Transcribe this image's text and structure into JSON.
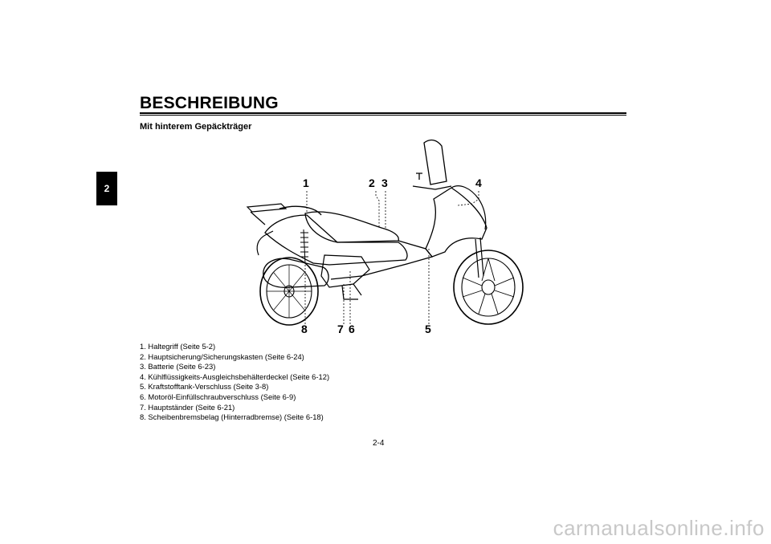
{
  "chapter_tab": "2",
  "title": "BESCHREIBUNG",
  "subtitle": "Mit hinterem Gepäckträger",
  "callouts": {
    "c1": "1",
    "c2": "2",
    "c3": "3",
    "c4": "4",
    "c5": "5",
    "c6": "6",
    "c7": "7",
    "c8": "8"
  },
  "legend": [
    "1. Haltegriff (Seite 5-2)",
    "2. Hauptsicherung/Sicherungskasten (Seite 6-24)",
    "3. Batterie (Seite 6-23)",
    "4. Kühlflüssigkeits-Ausgleichsbehälterdeckel (Seite 6-12)",
    "5. Kraftstofftank-Verschluss (Seite 3-8)",
    "6. Motoröl-Einfüllschraubverschluss (Seite 6-9)",
    "7. Hauptständer (Seite 6-21)",
    "8. Scheibenbremsbelag (Hinterradbremse) (Seite 6-18)"
  ],
  "page_number": "2-4",
  "watermark": "carmanualsonline.info"
}
